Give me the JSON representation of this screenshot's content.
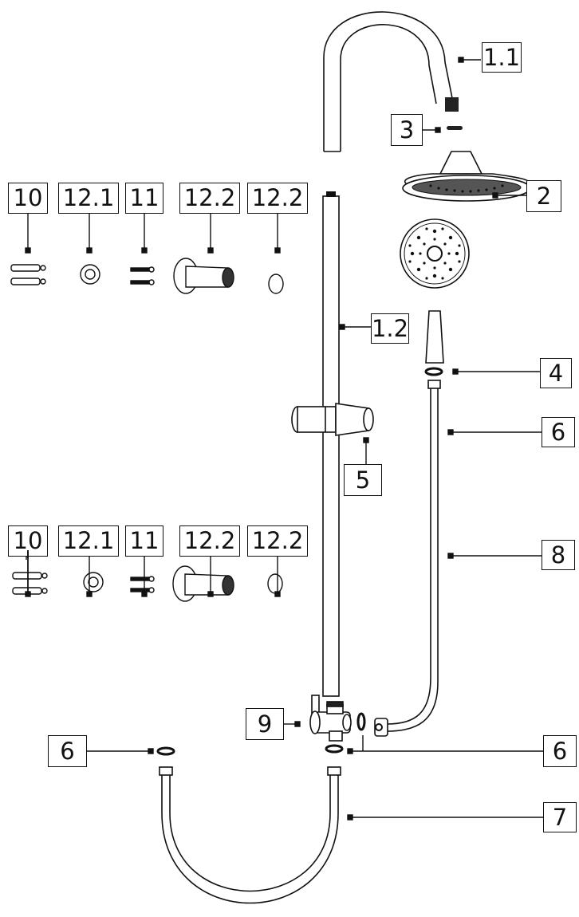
{
  "labels": {
    "rain_hose": "1.1",
    "upper_seal": "3",
    "head_shower": "2",
    "rail": "1.2",
    "hand_seal": "4",
    "slider": "5",
    "hose_seal_right": "6",
    "shower_hose": "8",
    "diverter": "9",
    "inlet_seal_left": "6",
    "inlet_seal_right": "6",
    "supply_hose": "7",
    "top_group": [
      "10",
      "12.1",
      "11",
      "12.2",
      "12.2"
    ],
    "bottom_group": [
      "10",
      "12.1",
      "11",
      "12.2",
      "12.2"
    ]
  }
}
